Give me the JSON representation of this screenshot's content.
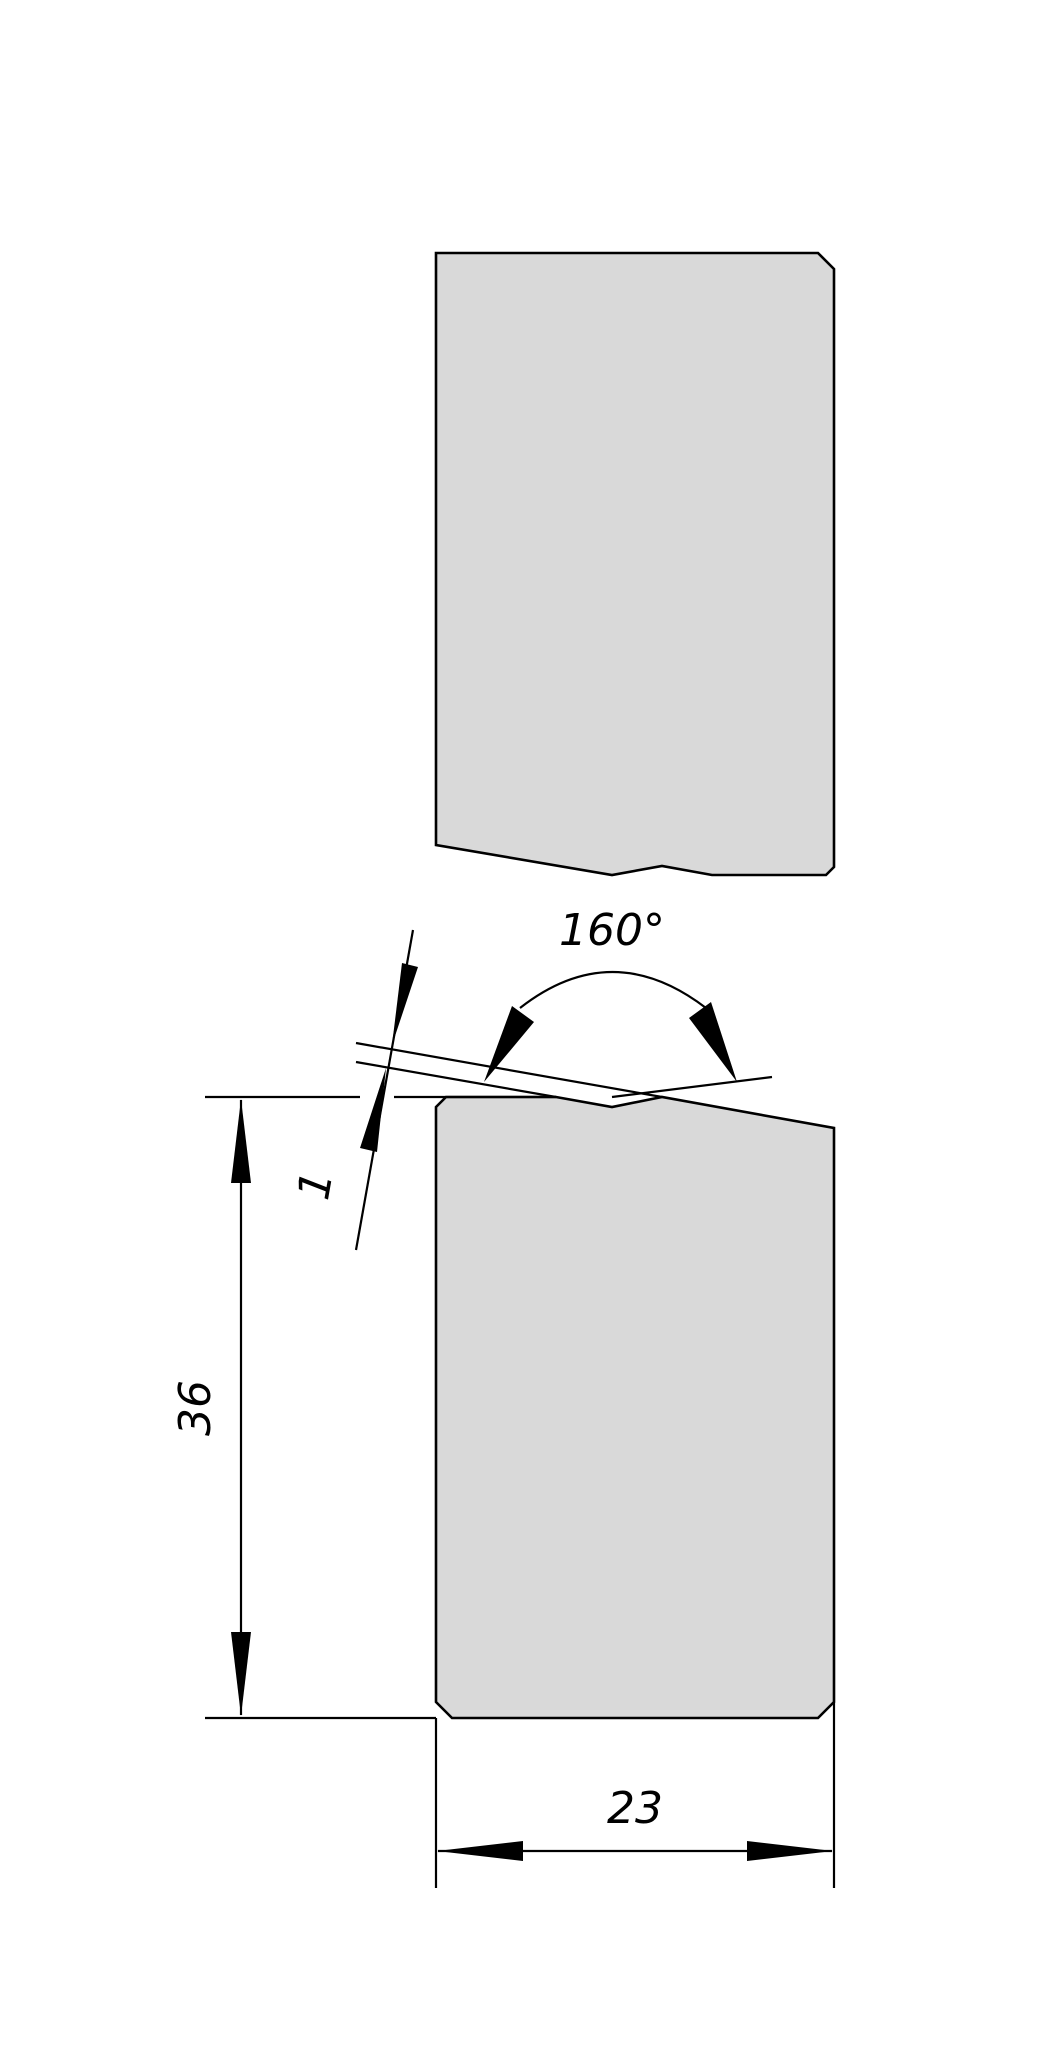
{
  "drawing": {
    "dimensions": {
      "angle": "160°",
      "offset": "1",
      "height": "36",
      "width": "23"
    }
  }
}
